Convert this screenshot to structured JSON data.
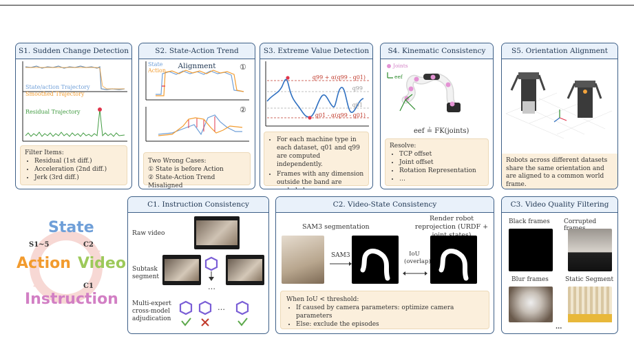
{
  "s1": {
    "title": "S1. Sudden Change Detection",
    "series1": "State/action Trajectory",
    "series2": "Smoothed Trajectory",
    "series3": "Residual Trajectory",
    "filter_title": "Filter Items:",
    "items": [
      "Residual (1st diff.)",
      "Acceleration (2nd diff.)",
      "Jerk (3rd diff.)"
    ]
  },
  "s2": {
    "title": "S2. State-Action Trend Alignment",
    "legend_state": "State",
    "legend_action": "Action",
    "mark1": "①",
    "mark2": "②",
    "cases_title": "Two Wrong Cases:",
    "case1": "① State is before Action",
    "case2": "② State-Action Trend Misaligned"
  },
  "s3": {
    "title": "S3. Extreme Value Detection",
    "upper": "q99 + α(q99 - q01)",
    "q99": "q99",
    "q01": "q01",
    "lower": "q01 - α(q99 - q01)",
    "items": [
      "For each machine type in each dataset, q01 and q99 are computed independently.",
      "Frames with any dimension outside the band are excluded."
    ]
  },
  "s4": {
    "title": "S4. Kinematic Consistency",
    "joints": "Joints",
    "eef": "eef",
    "equation": "eef ≟ FK(joints)",
    "resolve": "Resolve:",
    "items": [
      "TCP offset",
      "Joint offset",
      "Rotation Representation",
      "…"
    ]
  },
  "s5": {
    "title": "S5. Orientation Alignment",
    "text": "Robots across different datasets share the same orientation and are aligned to a common world frame."
  },
  "cycle": {
    "state": "State",
    "action": "Action",
    "video": "Video",
    "instruction": "Instruction",
    "s15": "S1~5",
    "c2": "C2",
    "c1": "C1"
  },
  "c1": {
    "title": "C1. Instruction Consistency",
    "raw": "Raw video",
    "subtask": "Subtask segment",
    "multi": "Multi-expert cross-model adjudication",
    "dots": "…"
  },
  "c2": {
    "title": "C2. Video-State Consistency",
    "sam": "SAM3 segmentation",
    "render": "Render robot reprojection (URDF + joint states)",
    "sam_arrow": "SAM3",
    "iou": "IoU (overlap)",
    "cond": "When IoU < threshold:",
    "items": [
      "If caused by camera parameters:  optimize camera parameters",
      "Else:  exclude the episodes"
    ]
  },
  "c3": {
    "title": "C3. Video Quality Filtering",
    "black": "Black frames",
    "corrupted": "Corrupted frames",
    "blur": "Blur frames",
    "static": "Static Segment",
    "dots": "..."
  },
  "colors": {
    "border": "#3c5e86",
    "state": "#6f9fd8",
    "action": "#f29b2e",
    "video": "#9dc95a",
    "instruction": "#d27fc4",
    "residual": "#3f9a3f",
    "box": "#fbefdc"
  }
}
